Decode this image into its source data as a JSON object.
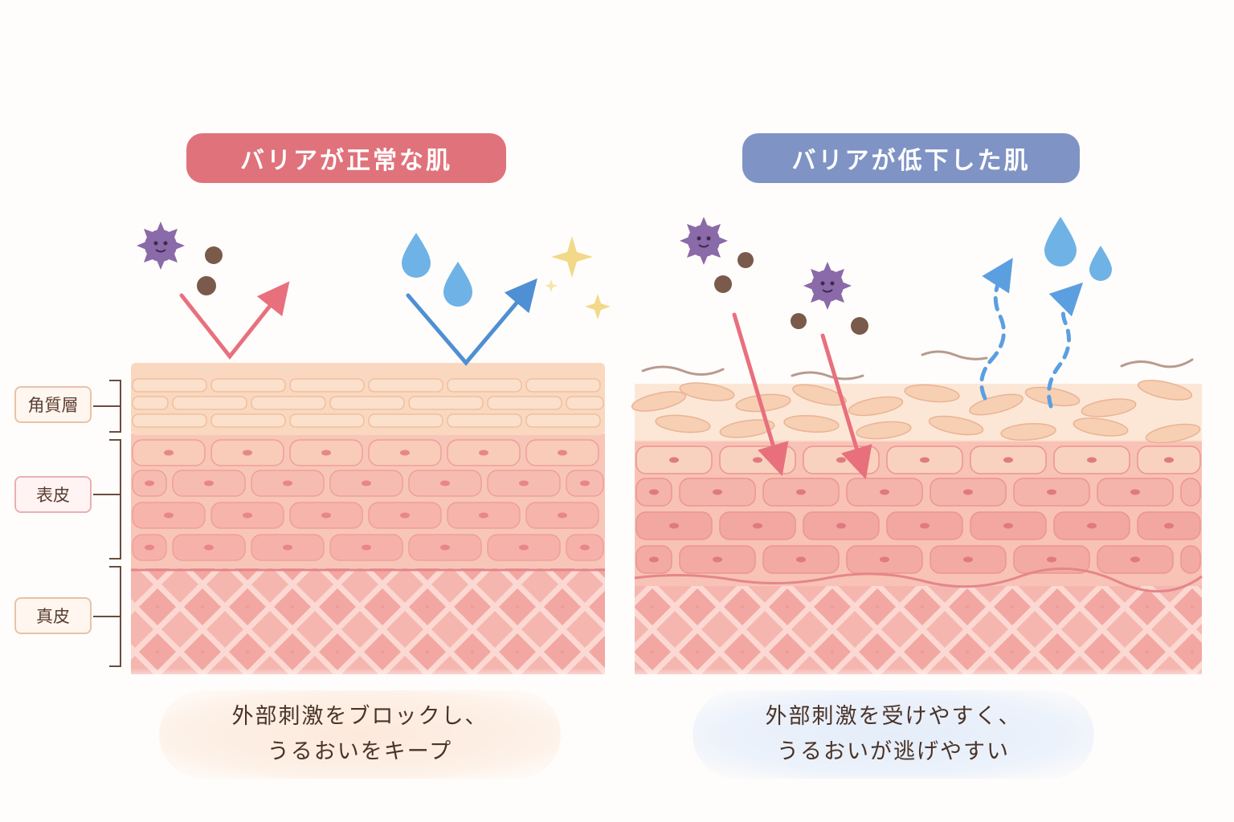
{
  "titles": {
    "left": "バリアが正常な肌",
    "right": "バリアが低下した肌"
  },
  "layer_labels": {
    "stratum_corneum": "角質層",
    "epidermis": "表皮",
    "dermis": "真皮"
  },
  "captions": {
    "left_line1": "外部刺激をブロックし、",
    "left_line2": "うるおいをキープ",
    "right_line1": "外部刺激を受けやすく、",
    "right_line2": "うるおいが逃げやすい"
  },
  "colors": {
    "title_left_bg": "#e0727b",
    "title_right_bg": "#7f93c4",
    "irritant_arrow": "#e8707d",
    "moisture_arrow": "#4f8fd3",
    "germ": "#8a6aa8",
    "particle": "#7a5a4a",
    "water_drop": "#6fb2e6",
    "sparkle": "#f2d98a"
  },
  "icons": {
    "germ": "germ-icon",
    "particle": "dust-particle-icon",
    "drop": "water-drop-icon",
    "sparkle": "sparkle-icon"
  }
}
